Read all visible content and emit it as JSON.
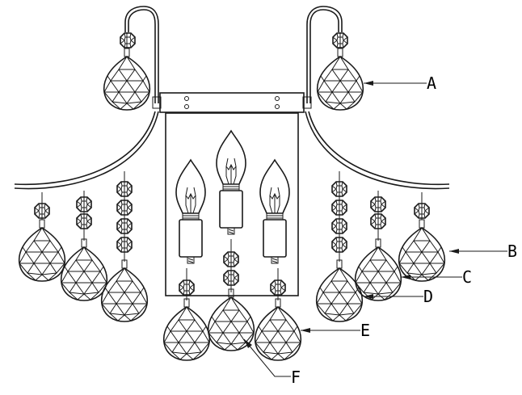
{
  "labels": {
    "A": "A",
    "B": "B",
    "C": "C",
    "D": "D",
    "E": "E",
    "F": "F"
  },
  "colors": {
    "line": "#1a1a1a",
    "background": "#ffffff"
  }
}
